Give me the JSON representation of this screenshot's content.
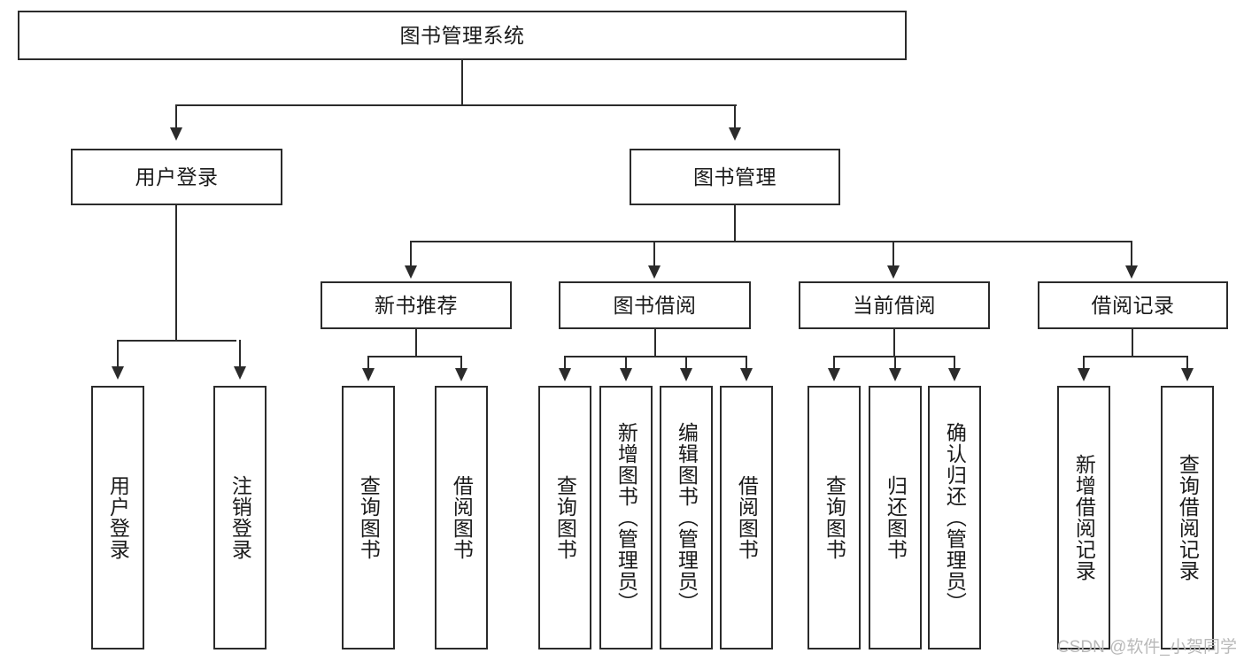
{
  "diagram": {
    "title": "图书管理系统",
    "root": {
      "label": "图书管理系统"
    },
    "level2": [
      {
        "label": "用户登录"
      },
      {
        "label": "图书管理"
      }
    ],
    "level3": [
      {
        "label": "新书推荐"
      },
      {
        "label": "图书借阅"
      },
      {
        "label": "当前借阅"
      },
      {
        "label": "借阅记录"
      }
    ],
    "leaves": {
      "user_login": [
        {
          "label": "用户登录"
        },
        {
          "label": "注销登录"
        }
      ],
      "new_book_recommend": [
        {
          "label": "查询图书"
        },
        {
          "label": "借阅图书"
        }
      ],
      "book_borrow": [
        {
          "label": "查询图书"
        },
        {
          "label": "新增图书（管理员）"
        },
        {
          "label": "编辑图书（管理员）"
        },
        {
          "label": "借阅图书"
        }
      ],
      "current_borrow": [
        {
          "label": "查询图书"
        },
        {
          "label": "归还图书"
        },
        {
          "label": "确认归还（管理员）"
        }
      ],
      "borrow_record": [
        {
          "label": "新增借阅记录"
        },
        {
          "label": "查询借阅记录"
        }
      ]
    }
  },
  "watermark": {
    "text": "CSDN @软件_小贺同学"
  },
  "colors": {
    "stroke": "#2b2b2b",
    "fill": "#ffffff",
    "text": "#1a1a1a",
    "watermark": "#b9b9b9"
  }
}
